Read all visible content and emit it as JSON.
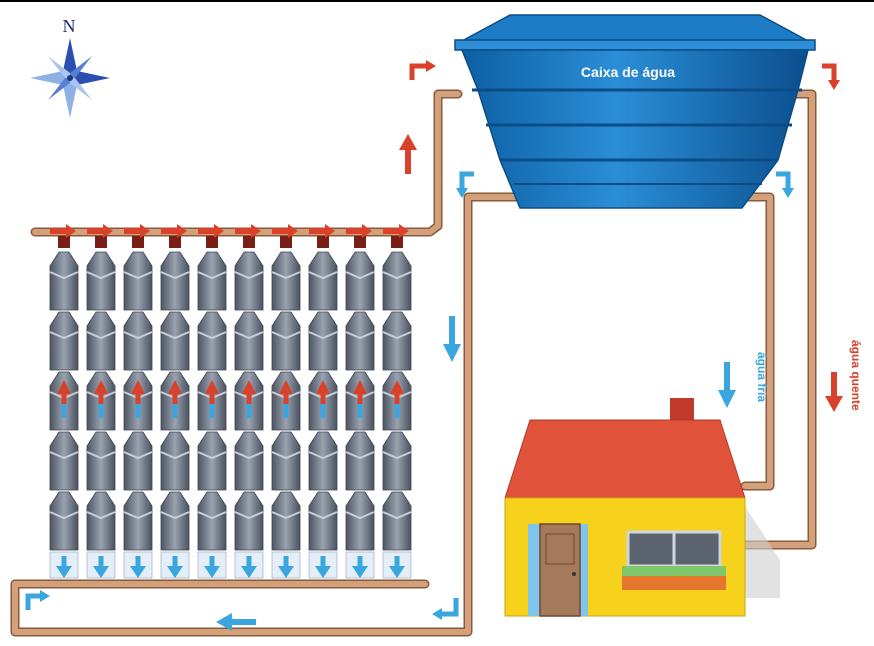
{
  "compass": {
    "label": "N",
    "icon": "compass-rose-icon"
  },
  "tank": {
    "label": "Caixa de água",
    "color": "#1a78c2"
  },
  "labels": {
    "cold": "água fria",
    "hot": "água quente"
  },
  "colors": {
    "hot_arrow": "#d9412b",
    "cold_arrow": "#3aa6e0",
    "pipe": "#d2a07a",
    "pipe_edge": "#8a5a3a",
    "bottle": "#6e7686",
    "house_wall": "#f6d21c",
    "house_roof": "#e0533a"
  },
  "collector": {
    "column_count": 10
  }
}
